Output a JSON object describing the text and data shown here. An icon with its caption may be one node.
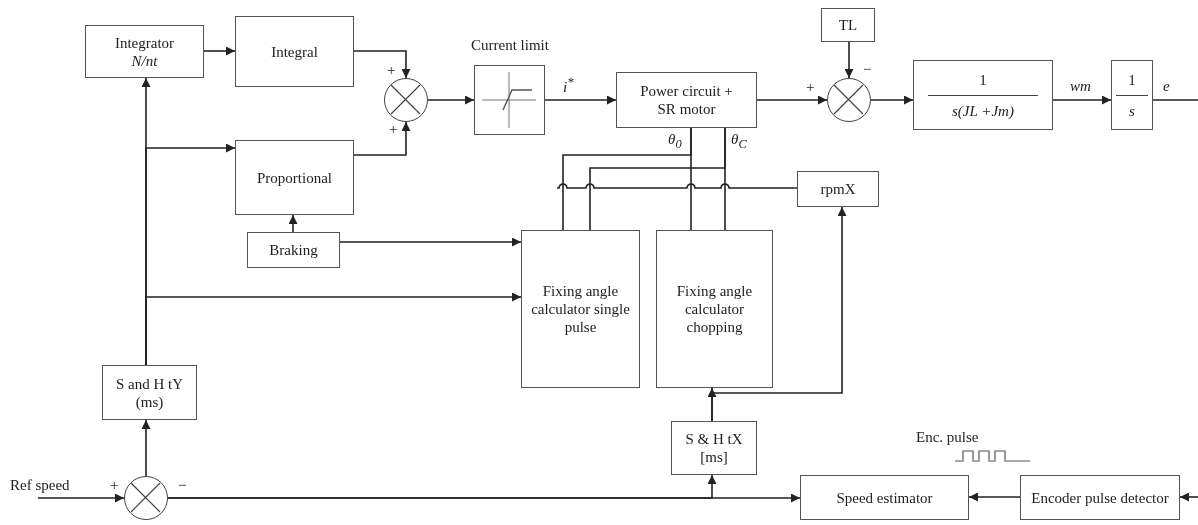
{
  "diagram": {
    "nodes": [
      {
        "text": [
          "Integrator",
          "N/nt"
        ]
      },
      {
        "text": [
          "Integral"
        ]
      },
      {
        "text": [],
        "shape": "circle"
      },
      {
        "text": [
          "Current limit"
        ]
      },
      {
        "text": [
          "Power circuit + SR motor"
        ]
      },
      {
        "text": [],
        "shape": "circle"
      },
      {
        "text": [
          "TL"
        ]
      },
      {
        "text": [
          "1",
          "s(JL +Jm)"
        ]
      },
      {
        "text": [
          "1",
          "s"
        ]
      },
      {
        "text": [
          "Proportional"
        ]
      },
      {
        "text": [
          "Braking"
        ]
      },
      {
        "text": [
          "rpmX"
        ]
      },
      {
        "text": [
          "Fixing angle calculator single pulse"
        ]
      },
      {
        "text": [
          "Fixing angle calculator chopping"
        ]
      },
      {
        "text": [
          "S and H tY (ms)"
        ]
      },
      {
        "text": [
          "S & H tX [ms]"
        ]
      },
      {
        "text": [],
        "shape": "circle"
      },
      {
        "text": [
          "Speed estimator"
        ]
      },
      {
        "text": [
          "Encoder pulse detector"
        ]
      }
    ],
    "edges": [
      {
        "from": 0,
        "to": 1,
        "arrow": "to"
      },
      {
        "from": 1,
        "to": 2,
        "arrow": "to"
      },
      {
        "from": 9,
        "to": 2,
        "arrow": "to"
      },
      {
        "from": 2,
        "to": 3,
        "arrow": "to"
      },
      {
        "from": 3,
        "to": 4,
        "arrow": "to",
        "label": "i$^{*}$"
      },
      {
        "from": 4,
        "to": 5,
        "arrow": "to"
      },
      {
        "from": 6,
        "to": 5,
        "arrow": "to"
      },
      {
        "from": 5,
        "to": 7,
        "arrow": "to"
      },
      {
        "from": 7,
        "to": 8,
        "arrow": "to",
        "label": "wm"
      },
      {
        "from": 8,
        "to": null,
        "arrow": "none",
        "label": "e"
      },
      {
        "from": null,
        "to": 18,
        "arrow": "to"
      },
      {
        "from": 18,
        "to": 17,
        "arrow": "to"
      },
      {
        "from": 16,
        "to": 17,
        "arrow": "to"
      },
      {
        "from": 16,
        "to": 15,
        "arrow": "to"
      },
      {
        "from": 16,
        "to": 14,
        "arrow": "to"
      },
      {
        "from": 14,
        "to": 0,
        "arrow": "to"
      },
      {
        "from": 14,
        "to": 9,
        "arrow": "to"
      },
      {
        "from": 14,
        "to": 12,
        "arrow": "to"
      },
      {
        "from": 10,
        "to": 9,
        "arrow": "to"
      },
      {
        "from": 10,
        "to": 12,
        "arrow": "to"
      },
      {
        "from": 15,
        "to": 13,
        "arrow": "to"
      },
      {
        "from": 15,
        "to": 11,
        "arrow": "to"
      },
      {
        "from": 12,
        "to": 4,
        "arrow": "none"
      },
      {
        "from": 12,
        "to": 4,
        "arrow": "none"
      },
      {
        "from": 13,
        "to": 4,
        "arrow": "none"
      },
      {
        "from": 13,
        "to": 4,
        "arrow": "none"
      },
      {
        "from": 11,
        "to": null,
        "arrow": "none"
      },
      {
        "from": null,
        "to": 16,
        "arrow": "to",
        "label": "Ref speed"
      }
    ],
    "labels": [
      "+",
      "+",
      "+",
      "−",
      "θ$_{0}$",
      "θ$_{C}$",
      "+",
      "−",
      "Enc. pulse"
    ]
  }
}
